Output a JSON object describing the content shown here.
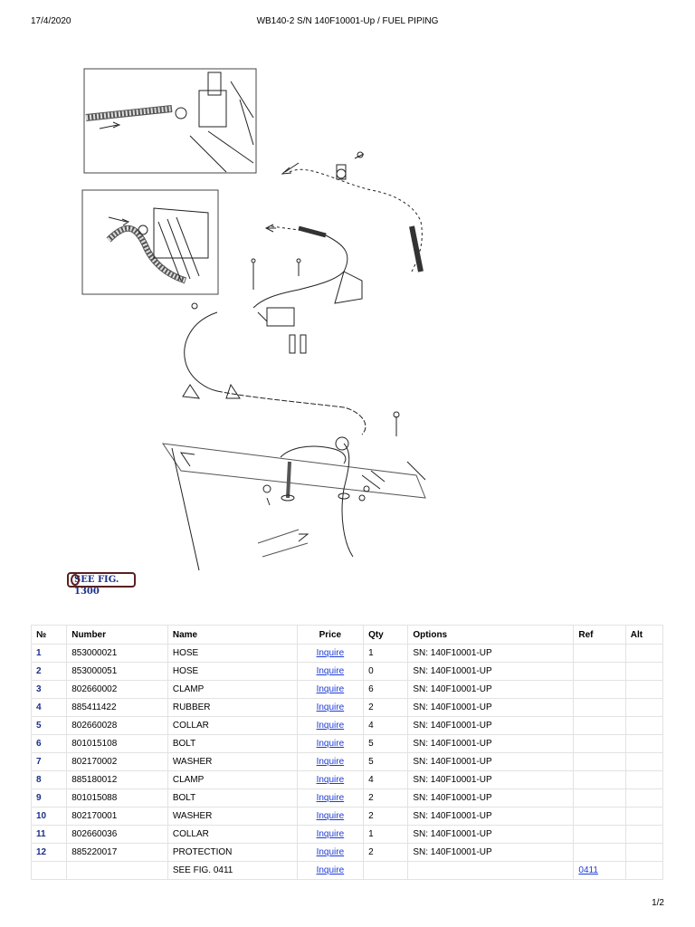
{
  "header": {
    "date": "17/4/2020",
    "title": "WB140-2 S/N 140F10001-Up / FUEL PIPING"
  },
  "see_fig_button": "SEE FIG. 1300",
  "table": {
    "columns": [
      "№",
      "Number",
      "Name",
      "Price",
      "Qty",
      "Options",
      "Ref",
      "Alt"
    ],
    "rows": [
      {
        "no": "1",
        "number": "853000021",
        "name": "HOSE",
        "price": "Inquire",
        "qty": "1",
        "options": "SN: 140F10001-UP",
        "ref": "",
        "alt": ""
      },
      {
        "no": "2",
        "number": "853000051",
        "name": "HOSE",
        "price": "Inquire",
        "qty": "0",
        "options": "SN: 140F10001-UP",
        "ref": "",
        "alt": ""
      },
      {
        "no": "3",
        "number": "802660002",
        "name": "CLAMP",
        "price": "Inquire",
        "qty": "6",
        "options": "SN: 140F10001-UP",
        "ref": "",
        "alt": ""
      },
      {
        "no": "4",
        "number": "885411422",
        "name": "RUBBER",
        "price": "Inquire",
        "qty": "2",
        "options": "SN: 140F10001-UP",
        "ref": "",
        "alt": ""
      },
      {
        "no": "5",
        "number": "802660028",
        "name": "COLLAR",
        "price": "Inquire",
        "qty": "4",
        "options": "SN: 140F10001-UP",
        "ref": "",
        "alt": ""
      },
      {
        "no": "6",
        "number": "801015108",
        "name": "BOLT",
        "price": "Inquire",
        "qty": "5",
        "options": "SN: 140F10001-UP",
        "ref": "",
        "alt": ""
      },
      {
        "no": "7",
        "number": "802170002",
        "name": "WASHER",
        "price": "Inquire",
        "qty": "5",
        "options": "SN: 140F10001-UP",
        "ref": "",
        "alt": ""
      },
      {
        "no": "8",
        "number": "885180012",
        "name": "CLAMP",
        "price": "Inquire",
        "qty": "4",
        "options": "SN: 140F10001-UP",
        "ref": "",
        "alt": ""
      },
      {
        "no": "9",
        "number": "801015088",
        "name": "BOLT",
        "price": "Inquire",
        "qty": "2",
        "options": "SN: 140F10001-UP",
        "ref": "",
        "alt": ""
      },
      {
        "no": "10",
        "number": "802170001",
        "name": "WASHER",
        "price": "Inquire",
        "qty": "2",
        "options": "SN: 140F10001-UP",
        "ref": "",
        "alt": ""
      },
      {
        "no": "11",
        "number": "802660036",
        "name": "COLLAR",
        "price": "Inquire",
        "qty": "1",
        "options": "SN: 140F10001-UP",
        "ref": "",
        "alt": ""
      },
      {
        "no": "12",
        "number": "885220017",
        "name": "PROTECTION",
        "price": "Inquire",
        "qty": "2",
        "options": "SN: 140F10001-UP",
        "ref": "",
        "alt": ""
      },
      {
        "no": "",
        "number": "",
        "name": "SEE FIG. 0411",
        "price": "Inquire",
        "qty": "",
        "options": "",
        "ref": "0411",
        "alt": ""
      }
    ]
  },
  "footer": {
    "page": "1/2"
  }
}
